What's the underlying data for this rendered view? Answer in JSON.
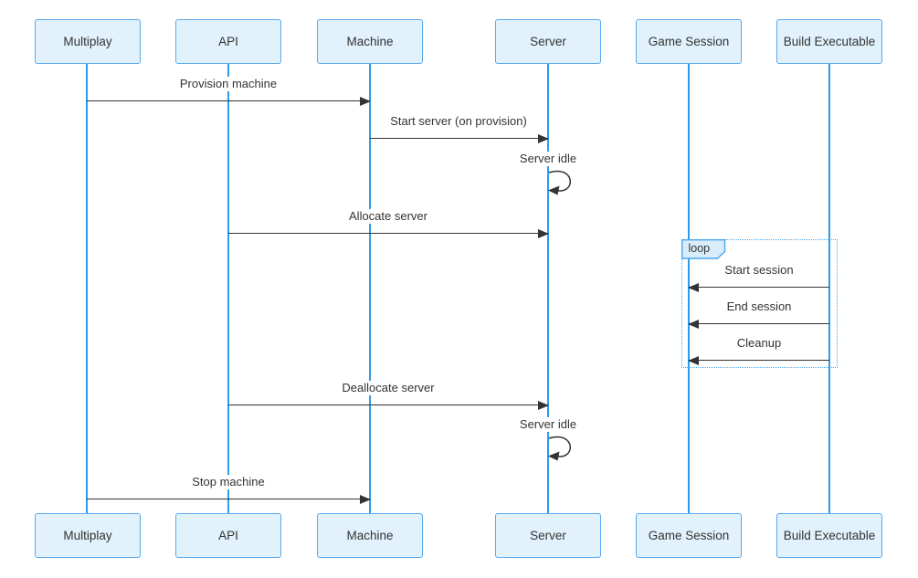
{
  "theme": {
    "background": "#ffffff",
    "actor_fill": "#e1f2fc",
    "actor_border": "#57a9ef",
    "lifeline_color": "#2d9cec",
    "message_color": "#333333",
    "text_color": "#333333",
    "loop_border": "#49a8f2",
    "loop_tab_fill": "#d8ecfa"
  },
  "diagram": {
    "type": "sequence-diagram",
    "actors": [
      {
        "label": "Multiplay"
      },
      {
        "label": "API"
      },
      {
        "label": "Machine"
      },
      {
        "label": "Server"
      },
      {
        "label": "Game Session"
      },
      {
        "label": "Build Executable"
      }
    ],
    "messages": [
      {
        "from": "Multiplay",
        "to": "Machine",
        "label": "Provision machine",
        "kind": "solid-arrow"
      },
      {
        "from": "Machine",
        "to": "Server",
        "label": "Start server (on provision)",
        "kind": "solid-arrow"
      },
      {
        "from": "Server",
        "to": "Server",
        "label": "Server idle",
        "kind": "self-loop"
      },
      {
        "from": "API",
        "to": "Server",
        "label": "Allocate server",
        "kind": "solid-arrow"
      },
      {
        "from": "Build Executable",
        "to": "Game Session",
        "label": "Start session",
        "kind": "solid-arrow",
        "inside_loop": true
      },
      {
        "from": "Build Executable",
        "to": "Game Session",
        "label": "End session",
        "kind": "solid-arrow",
        "inside_loop": true
      },
      {
        "from": "Build Executable",
        "to": "Game Session",
        "label": "Cleanup",
        "kind": "solid-arrow",
        "inside_loop": true
      },
      {
        "from": "API",
        "to": "Server",
        "label": "Deallocate server",
        "kind": "solid-arrow"
      },
      {
        "from": "Server",
        "to": "Server",
        "label": "Server idle",
        "kind": "self-loop"
      },
      {
        "from": "Multiplay",
        "to": "Machine",
        "label": "Stop machine",
        "kind": "solid-arrow"
      }
    ],
    "loop": {
      "label": "loop",
      "over": [
        "Game Session",
        "Build Executable"
      ]
    }
  }
}
